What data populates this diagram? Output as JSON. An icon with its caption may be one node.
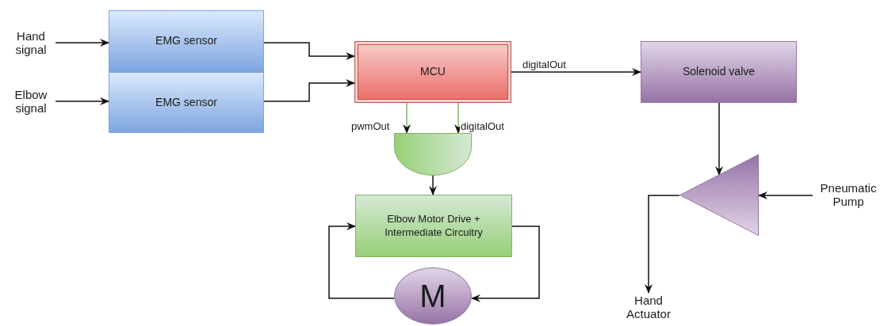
{
  "diagram": {
    "nodes": [
      {
        "text": [
          "Hand signal"
        ]
      },
      {
        "text": [
          "Elbow signal"
        ]
      },
      {
        "text": [
          "EMG sensor"
        ]
      },
      {
        "text": [
          "EMG sensor"
        ]
      },
      {
        "text": [
          "MCU"
        ]
      },
      {
        "text": [
          "Solenoid valve"
        ]
      },
      {
        "text": [],
        "shape": "gate"
      },
      {
        "text": [
          "Elbow Motor Drive + Intermediate Circuitry"
        ]
      },
      {
        "text": [
          "M"
        ]
      },
      {
        "text": [],
        "shape": "triangle"
      },
      {
        "text": [
          "Pneumatic Pump"
        ]
      },
      {
        "text": [
          "Hand Actuator"
        ]
      }
    ],
    "edges": [
      {
        "from": 0,
        "to": 2,
        "arrow": "to"
      },
      {
        "from": 1,
        "to": 3,
        "arrow": "to"
      },
      {
        "from": 2,
        "to": 4,
        "arrow": "to"
      },
      {
        "from": 3,
        "to": 4,
        "arrow": "to"
      },
      {
        "from": 4,
        "to": 5,
        "arrow": "to",
        "label": "digitalOut"
      },
      {
        "from": 4,
        "to": 6,
        "arrow": "to",
        "label": "pwmOut",
        "color": "#82b366"
      },
      {
        "from": 4,
        "to": 6,
        "arrow": "to",
        "label": "digitalOut",
        "color": "#82b366"
      },
      {
        "from": 6,
        "to": 7,
        "arrow": "to"
      },
      {
        "from": 7,
        "to": 8,
        "arrow": "to"
      },
      {
        "from": 8,
        "to": 7,
        "arrow": "to"
      },
      {
        "from": 5,
        "to": 9,
        "arrow": "to"
      },
      {
        "from": 10,
        "to": 9,
        "arrow": "to"
      },
      {
        "from": 9,
        "to": 11,
        "arrow": "to"
      }
    ]
  }
}
